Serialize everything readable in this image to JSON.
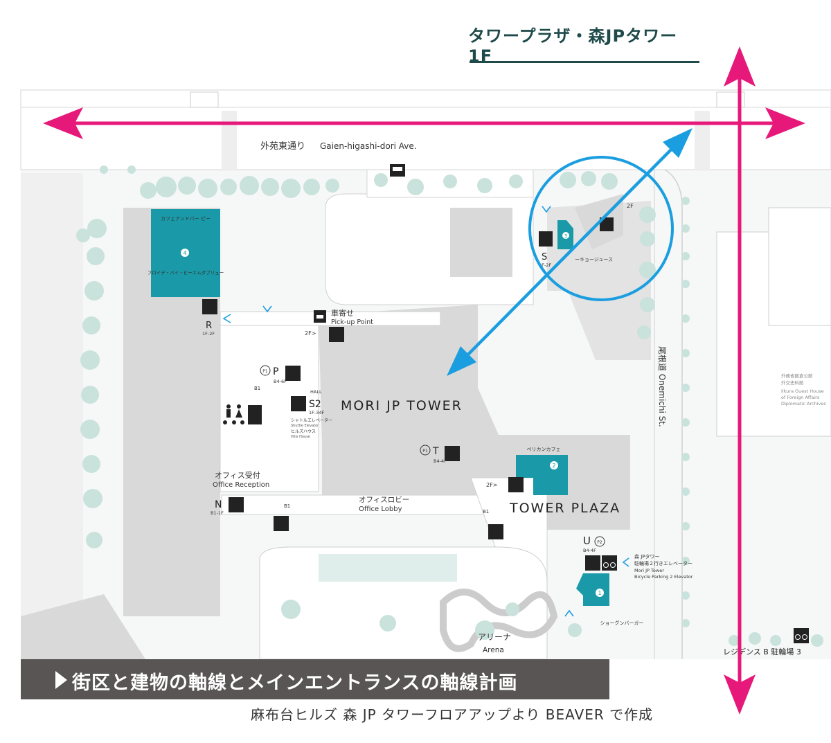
{
  "title": "タワープラザ・森JPタワー 1F",
  "caption": "街区と建物の軸線とメインエントランスの軸線計画",
  "credit": "麻布台ヒルズ 森 JP タワーフロアアップより BEAVER で作成",
  "colors": {
    "axis_arrow": "#e6197a",
    "entrance_arrow": "#1a9ee0",
    "shop": "#1a9aa8",
    "building": "#d9d9d9",
    "tree": "#c9e2dc",
    "title": "#1f4a4a"
  },
  "map": {
    "street_jp": "外苑東通り",
    "street_en": "Gaien-higashi-dori Ave.",
    "onemichi": "尾根道 Onemichi St.",
    "building_main": "MORI JP TOWER",
    "tower_plaza": "TOWER PLAZA",
    "cafe_bar": "カフェアンドバー ビー",
    "shop4_name": "フロイデ・バイ・ビーエムダブリュー",
    "shop4_num": "4",
    "shop3_num": "3",
    "shop3_label": "ーキョージュース",
    "shop2_num": "2",
    "shop2_label": "ペリカンカフェ",
    "shop1_num": "1",
    "shop1_label": "ショーグンバーガー",
    "pickup_jp": "車寄せ",
    "pickup_en": "Pick-up Point",
    "office_reception_jp": "オフィス受付",
    "office_reception_en": "Office Reception",
    "office_lobby_jp": "オフィスロビー",
    "office_lobby_en": "Office Lobby",
    "arena_jp": "アリーナ",
    "arena_en": "Arena",
    "elev_r": "R",
    "elev_r_floors": "1F-2F",
    "elev_s": "S",
    "elev_s_floors": "1F-2F",
    "elev_p": "P",
    "elev_p_floors": "B4-6F",
    "elev_p_badge": "P1",
    "elev_s2": "S2",
    "elev_s2_hall": "HALL",
    "elev_s2_floors": "1F-34F",
    "shuttle_jp": "シャトルエレベーター",
    "shuttle_en": "Shuttle Elevator",
    "hills_house_jp": "ヒルズハウス",
    "hills_house_en": "Hills House",
    "elev_t": "T",
    "elev_t_floors": "B4-4F",
    "elev_t_badge": "P1",
    "elev_n": "N",
    "elev_n_floors": "B1-1F",
    "elev_u": "U",
    "elev_u_floors": "B4-4F",
    "elev_u_badge": "P2",
    "bicycle_elev_jp1": "森 JPタワー",
    "bicycle_elev_jp2": "駐輪場２行きエレベーター",
    "bicycle_elev_en1": "Mori JP Tower",
    "bicycle_elev_en2": "Bicycle Parking 2 Elevator",
    "residence_bike": "レジデンス B 駐輪場 3",
    "foreign_ministry_1": "外務省飯倉公館",
    "foreign_ministry_2": "外交史料館",
    "foreign_ministry_3": "Iikura Guest House",
    "foreign_ministry_4": "of Foreign Affairs",
    "foreign_ministry_5": "Diplomatic Archives",
    "esc_2f_a": "2F>",
    "esc_2f_b": "2F>",
    "esc_2f_c": "2F",
    "esc_b1_a": "B1",
    "esc_b1_b": "B1",
    "esc_b1_c": "B1"
  }
}
